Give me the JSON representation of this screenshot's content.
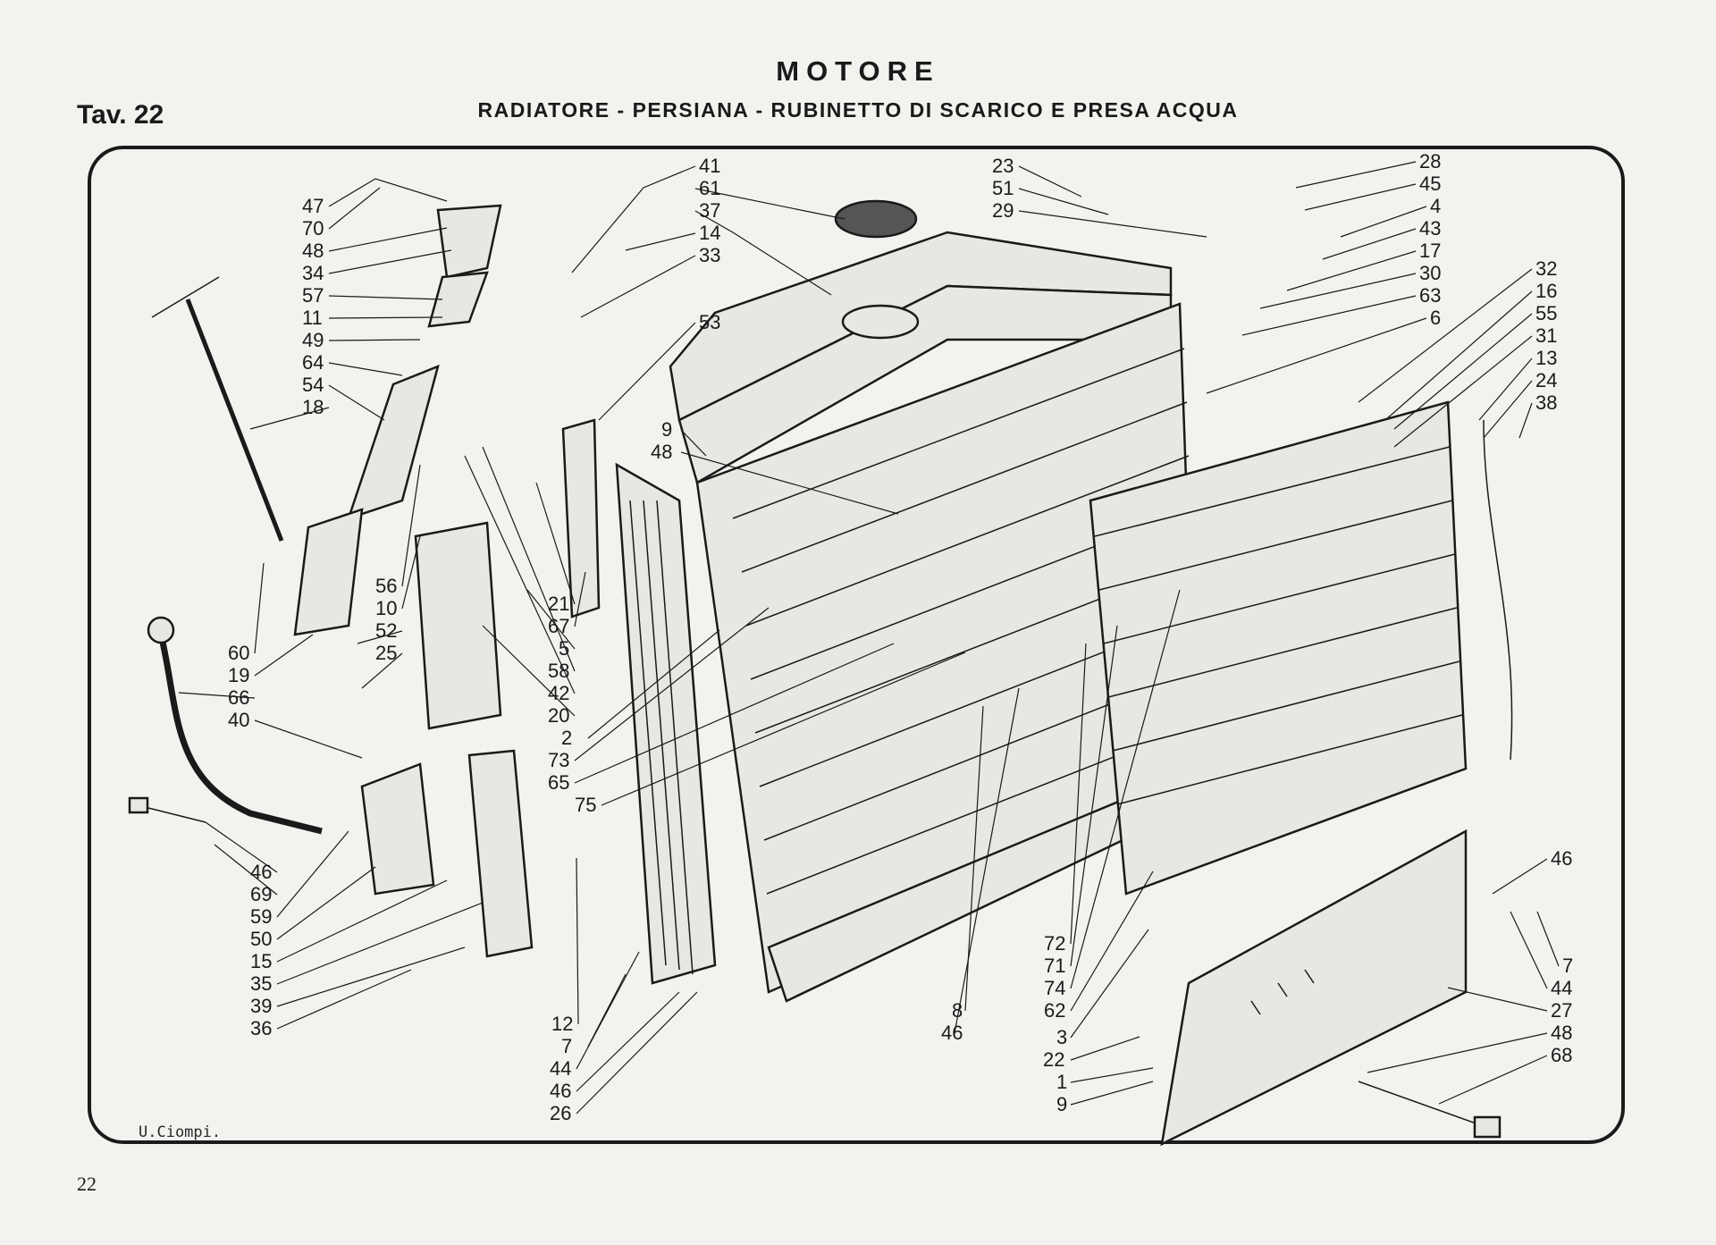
{
  "header": {
    "title": "MOTORE",
    "table_number": "Tav. 22",
    "subtitle": "RADIATORE - PERSIANA - RUBINETTO DI SCARICO E PRESA ACQUA"
  },
  "signature": "U.Ciompi.",
  "page_number": "22",
  "labels": {
    "left_column": [
      "47",
      "70",
      "48",
      "34",
      "57",
      "11",
      "49",
      "64",
      "54",
      "18"
    ],
    "left_mid_column": [
      "56",
      "10",
      "52",
      "25"
    ],
    "left_lower_column": [
      "60",
      "19",
      "66",
      "40"
    ],
    "bottom_left_column": [
      "46",
      "69",
      "59",
      "50",
      "15",
      "35",
      "39",
      "36"
    ],
    "top_center_column": [
      "41",
      "61",
      "37",
      "14",
      "33"
    ],
    "center_column": [
      "53",
      "21",
      "67",
      "5",
      "58",
      "42",
      "20"
    ],
    "radiator_front_labels": [
      "9",
      "48"
    ],
    "center_lower_column": [
      "2",
      "73",
      "65",
      "75"
    ],
    "bottom_center_column": [
      "12",
      "7",
      "44",
      "46",
      "26"
    ],
    "top_right_column_a": [
      "23",
      "51",
      "29"
    ],
    "top_right_column_b": [
      "28",
      "45",
      "4",
      "43",
      "17",
      "30",
      "63",
      "6"
    ],
    "right_column": [
      "32",
      "16",
      "55",
      "31",
      "13",
      "24",
      "38"
    ],
    "bottom_mid_labels": [
      "8",
      "46"
    ],
    "bottom_mid_column": [
      "72",
      "71",
      "74",
      "62"
    ],
    "bottom_mid_lower_column": [
      "3",
      "22",
      "1",
      "9"
    ],
    "bottom_right_column": [
      "46",
      "7",
      "44",
      "27",
      "48",
      "68"
    ]
  }
}
